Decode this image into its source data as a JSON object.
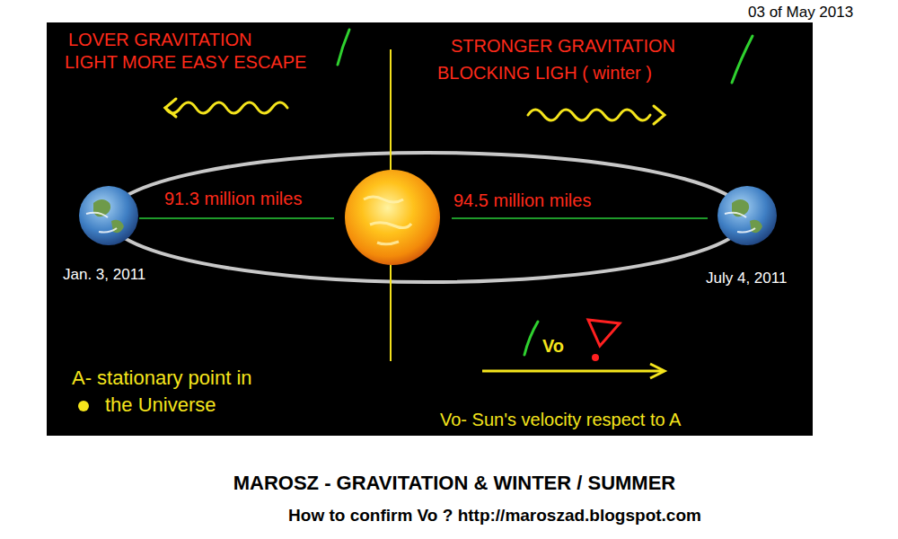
{
  "diagram": {
    "title": "MAROSZ - GRAVITATION & WINTER / SUMMER",
    "caption": "How to confirm Vo ?  http://maroszad.blogspot.com",
    "labels": [
      "03 of May 2013",
      "LOVER GRAVITATION",
      "LIGHT MORE EASY ESCAPE",
      "STRONGER GRAVITATION",
      "BLOCKING LIGH ( winter )",
      "91.3 million miles",
      "94.5 million miles",
      "Jan. 3, 2011",
      "July 4, 2011",
      "Vo",
      "A- stationary point in",
      "the Universe",
      "Vo- Sun's velocity respect to A"
    ]
  }
}
